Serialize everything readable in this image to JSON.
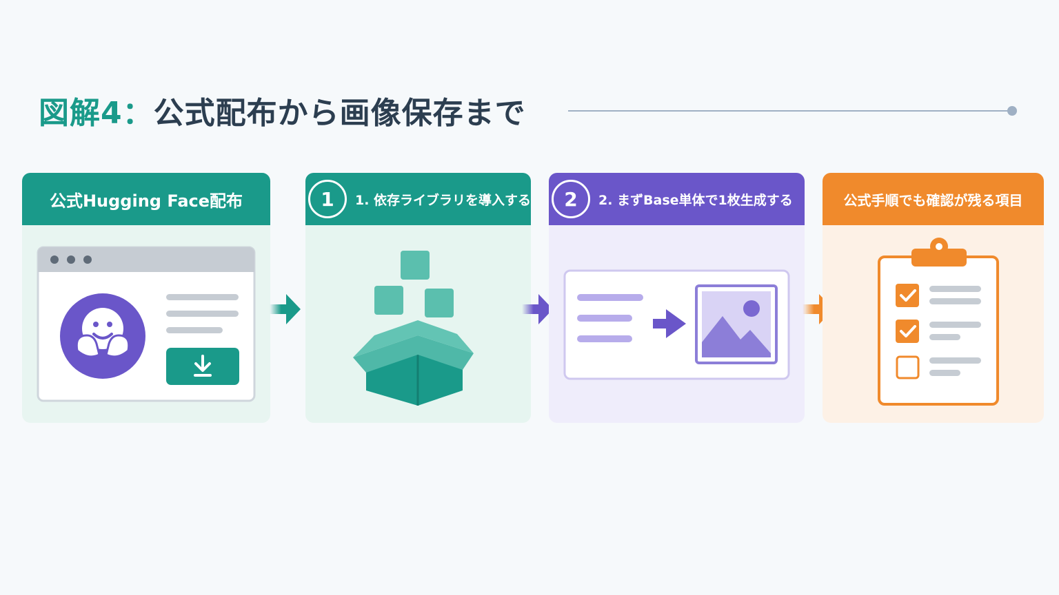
{
  "title": {
    "prefix": "図解4：",
    "main": "公式配布から画像保存まで"
  },
  "panels": [
    {
      "header": "公式Hugging Face配布"
    },
    {
      "step_number": "1",
      "header": "1. 依存ライブラリを導入する"
    },
    {
      "step_number": "2",
      "header": "2. まずBase単体で1枚生成する"
    },
    {
      "header": "公式手順でも確認が残る項目"
    }
  ],
  "colors": {
    "teal": "#1a9a8a",
    "purple": "#6a56c9",
    "orange": "#f08a2c",
    "title_dark": "#2c3e50"
  },
  "icons": {
    "panel1": [
      "browser-window-icon",
      "hugging-face-logo-icon",
      "download-icon"
    ],
    "panel2": [
      "open-box-icon",
      "cube-icon"
    ],
    "panel3": [
      "text-lines-icon",
      "arrow-right-icon",
      "image-icon"
    ],
    "panel4": [
      "clipboard-checklist-icon",
      "checkbox-checked-icon",
      "checkbox-empty-icon"
    ]
  }
}
